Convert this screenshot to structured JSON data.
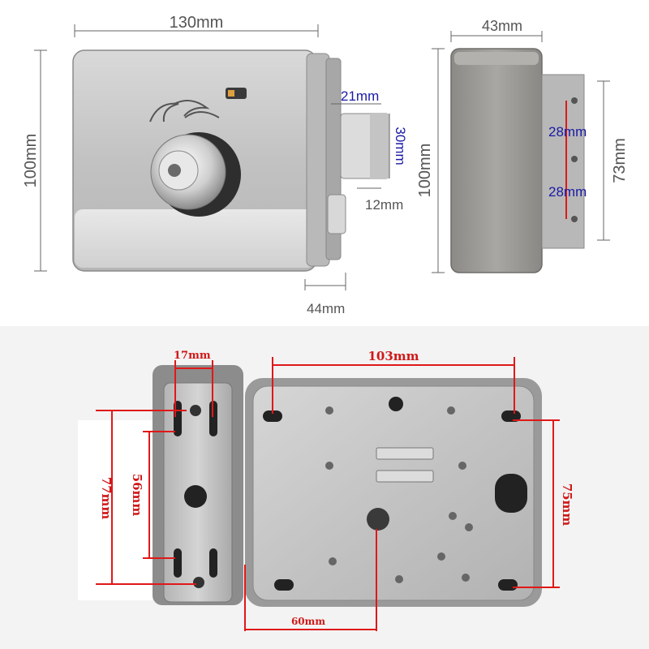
{
  "top_view": {
    "width_label": "130mm",
    "height_left_label": "100mm",
    "latch_width_label": "21mm",
    "latch_height_label": "30mm",
    "latch_depth_label": "12mm",
    "bottom_depth_label": "44mm",
    "side_depth_label": "43mm",
    "side_height_label": "100mm",
    "hole_spacing_1_label": "28mm",
    "hole_spacing_2_label": "28mm",
    "plate_height_label": "73mm"
  },
  "bottom_view": {
    "plate_width_label": "17mm",
    "body_width_label": "103mm",
    "plate_height_label": "77mm",
    "plate_hole_spacing_label": "56mm",
    "body_hole_spacing_label": "75mm",
    "bottom_offset_label": "60mm"
  },
  "colors": {
    "dimension_red": "#e01818",
    "dimension_blue": "#2a2acc",
    "steel": "#c8c8c8"
  }
}
